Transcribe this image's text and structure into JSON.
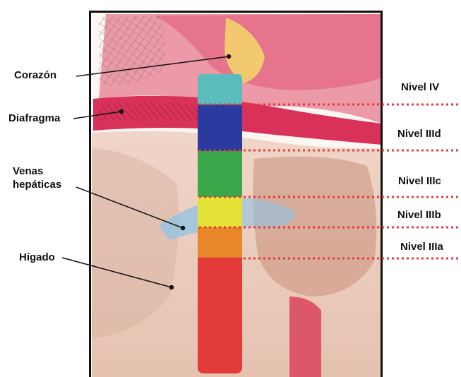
{
  "labels": {
    "corazon": "Corazón",
    "diafragma": "Diafragma",
    "venas_line1": "Venas",
    "venas_line2": "hepáticas",
    "higado": "Hígado"
  },
  "levels": [
    {
      "name": "Nivel IV",
      "color": "#5bbcbc"
    },
    {
      "name": "Nivel IIId",
      "color": "#2b3a9e"
    },
    {
      "name": "Nivel IIIc",
      "color": "#3aa84a"
    },
    {
      "name": "Nivel IIIb",
      "color": "#e4e236"
    },
    {
      "name": "Nivel IIIa",
      "color": "#e8862a"
    }
  ],
  "colors": {
    "vena_cava": "#e33a3a",
    "level_line": "#e53b3b",
    "frame": "#111111"
  }
}
